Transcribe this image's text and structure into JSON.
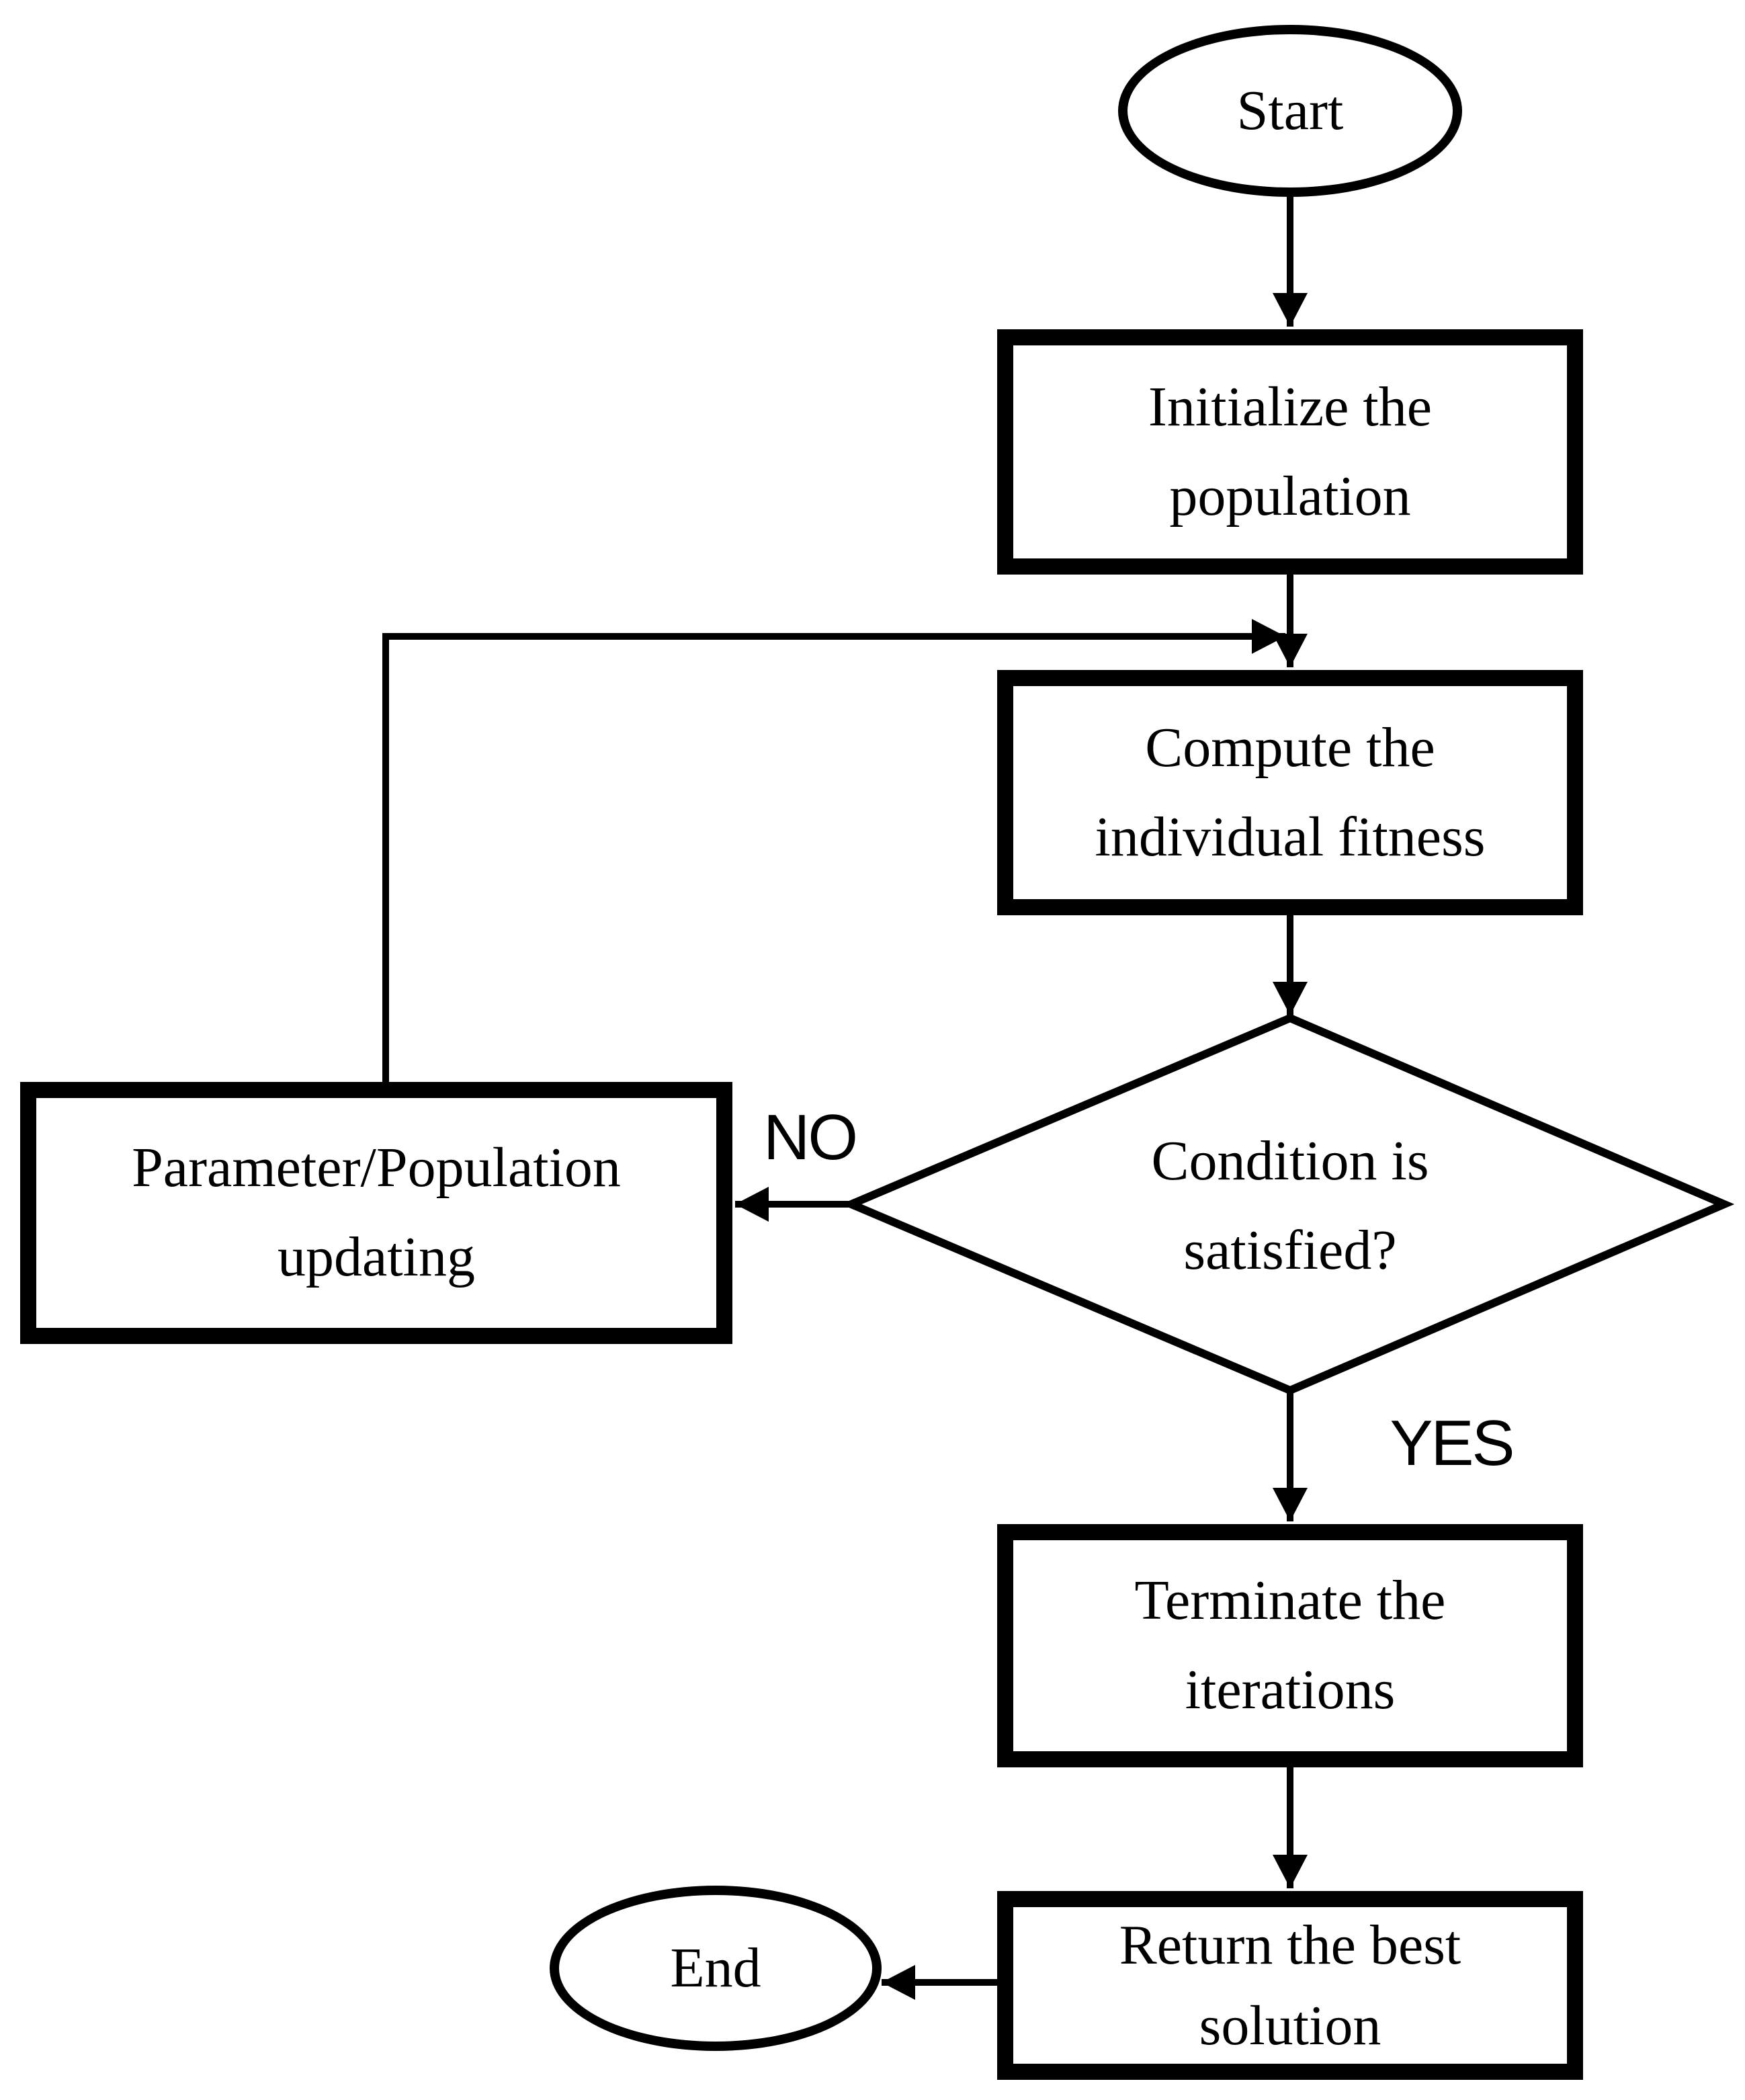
{
  "diagram": {
    "background_color": "#ffffff",
    "stroke_color": "#000000",
    "nodes": {
      "start": {
        "type": "terminator",
        "label": "Start"
      },
      "initialize": {
        "type": "process",
        "line1": "Initialize the",
        "line2": "population"
      },
      "compute": {
        "type": "process",
        "line1": "Compute the",
        "line2": "individual fitness"
      },
      "condition": {
        "type": "decision",
        "line1": "Condition is",
        "line2": "satisfied?"
      },
      "update": {
        "type": "process",
        "line1": "Parameter/Population",
        "line2": "updating"
      },
      "terminate": {
        "type": "process",
        "line1": "Terminate the",
        "line2": "iterations"
      },
      "return": {
        "type": "process",
        "line1": "Return the best",
        "line2": "solution"
      },
      "end": {
        "type": "terminator",
        "label": "End"
      }
    },
    "edge_labels": {
      "no": "NO",
      "yes": "YES"
    }
  }
}
